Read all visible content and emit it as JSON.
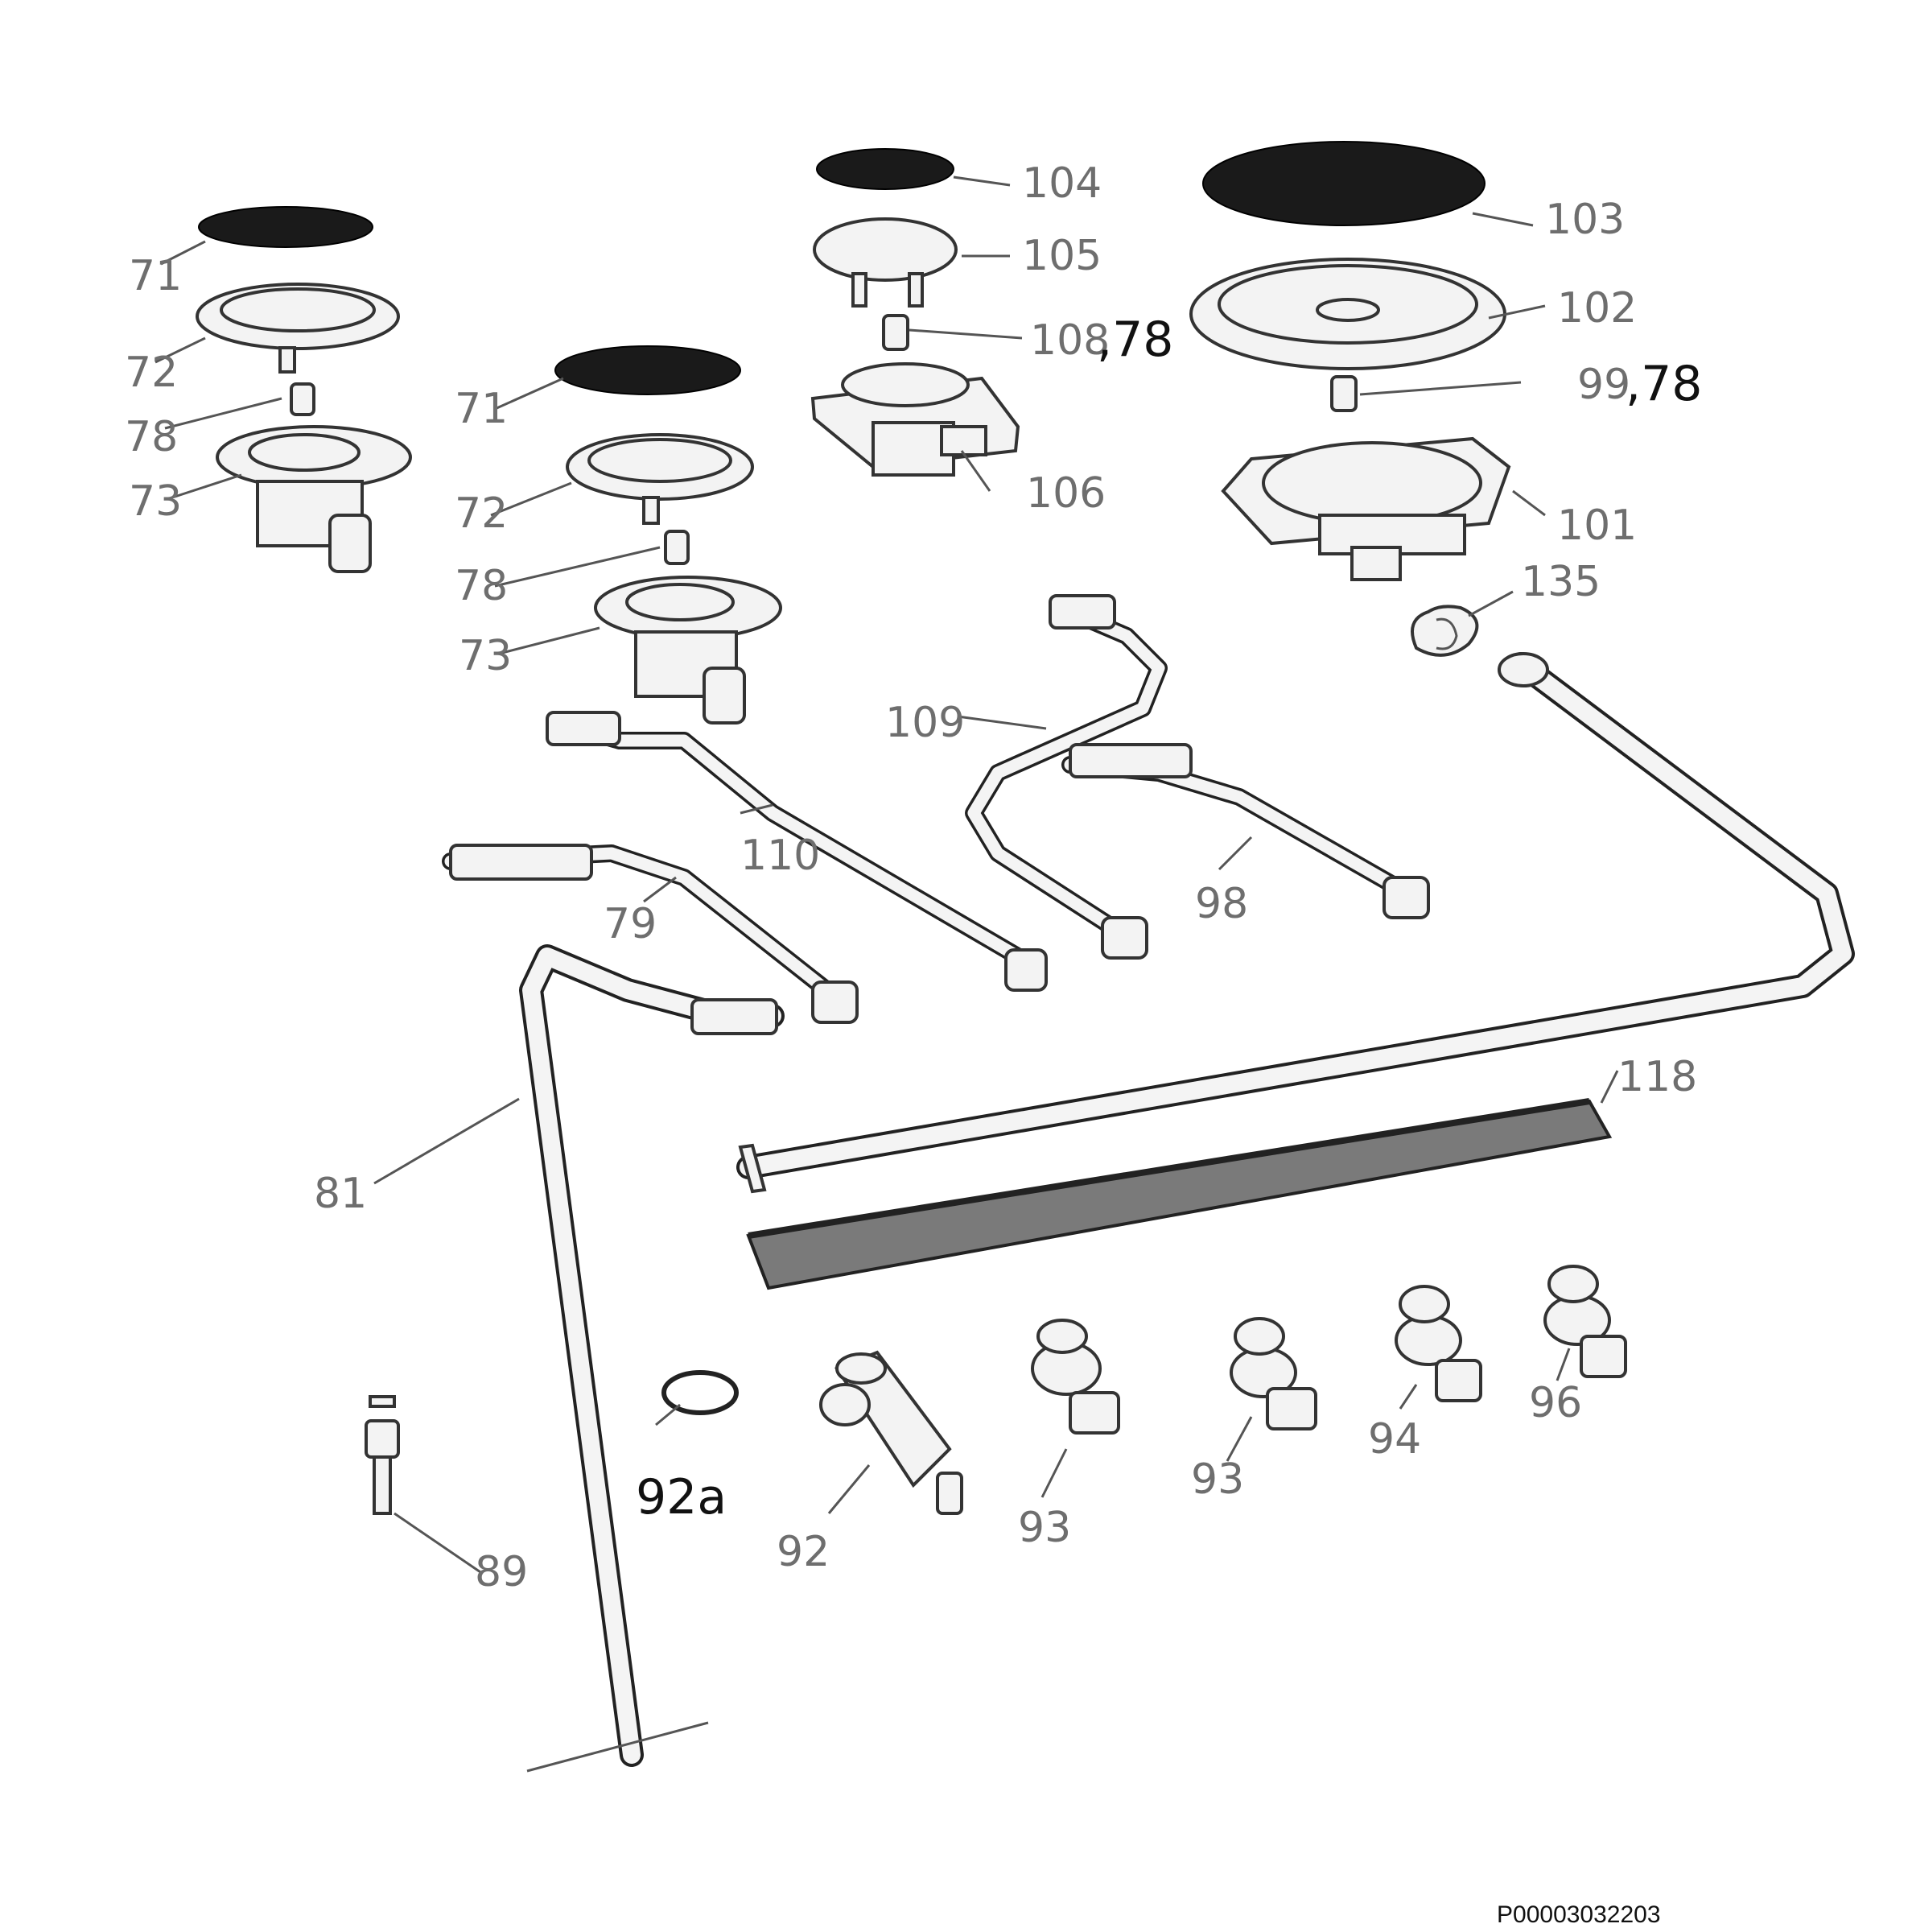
{
  "diagram": {
    "reference_code": "P00003032203",
    "labels": {
      "l71a": "71",
      "l72a": "72",
      "l78a": "78",
      "l73a": "73",
      "l71b": "71",
      "l72b": "72",
      "l78b": "78",
      "l73b": "73",
      "l104": "104",
      "l105": "105",
      "l10878_num": "108",
      "l10878_suf": ",78",
      "l106": "106",
      "l103": "103",
      "l102": "102",
      "l9978_num": "99",
      "l9978_suf": ",78",
      "l101": "101",
      "l135": "135",
      "l109": "109",
      "l110": "110",
      "l98": "98",
      "l79": "79",
      "l81": "81",
      "l118": "118",
      "l92a": "92a",
      "l92": "92",
      "l93a": "93",
      "l93b": "93",
      "l94": "94",
      "l96": "96",
      "l89": "89"
    }
  }
}
